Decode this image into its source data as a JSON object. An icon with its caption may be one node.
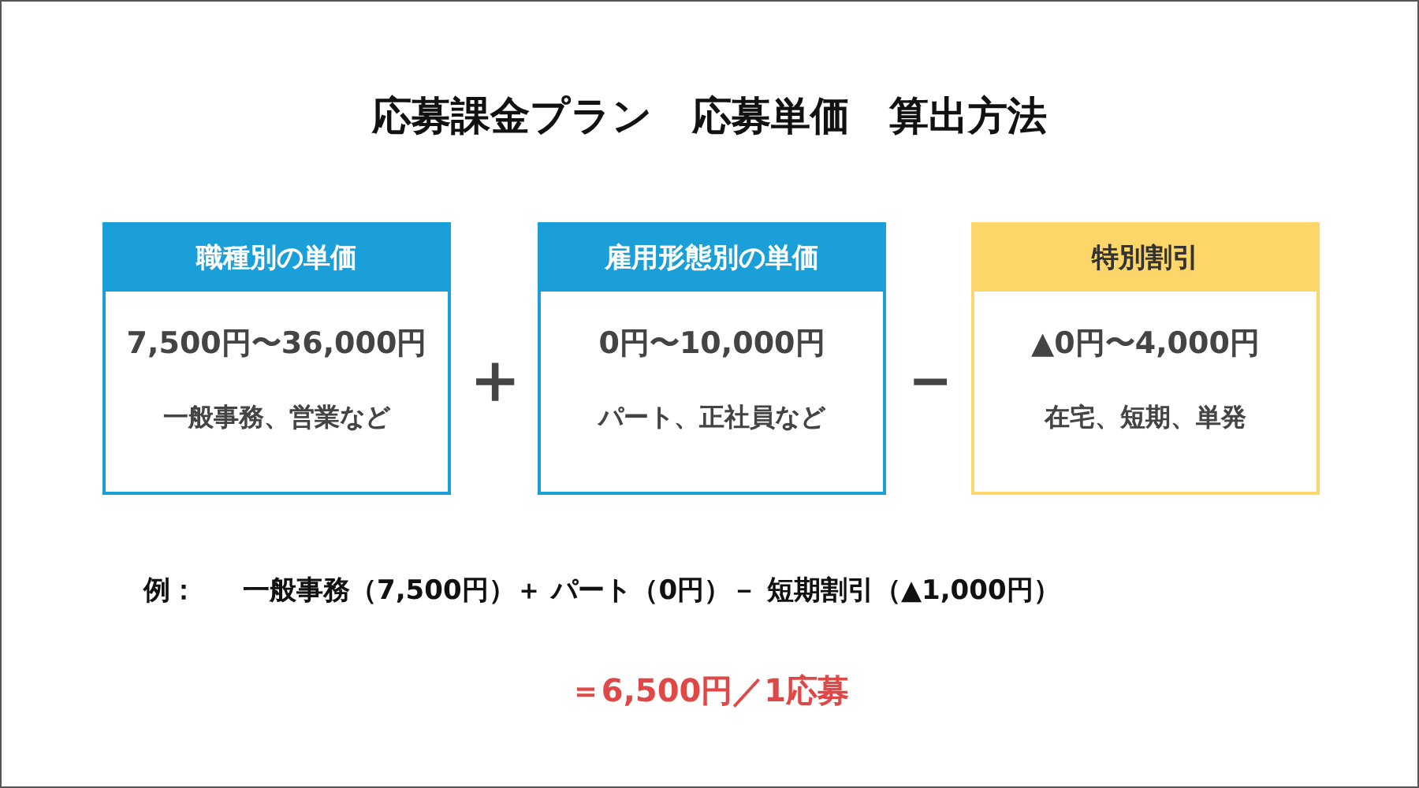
{
  "diagram": {
    "title": "応募課金プラン　応募単価　算出方法",
    "nodes": [
      {
        "text": [
          "職種別の単価",
          "7,500円〜36,000円",
          "一般事務、営業など"
        ]
      },
      {
        "text": [
          "雇用形態別の単価",
          "0円〜10,000円",
          "パート、正社員など"
        ]
      },
      {
        "text": [
          "特別割引",
          "▲0円〜4,000円",
          "在宅、短期、単発"
        ]
      }
    ],
    "labels": [
      "＋",
      "－",
      "例：",
      "一般事務（7,500円）＋ パート（0円）－ 短期割引（▲1,000円）",
      "＝6,500円／1応募"
    ]
  }
}
